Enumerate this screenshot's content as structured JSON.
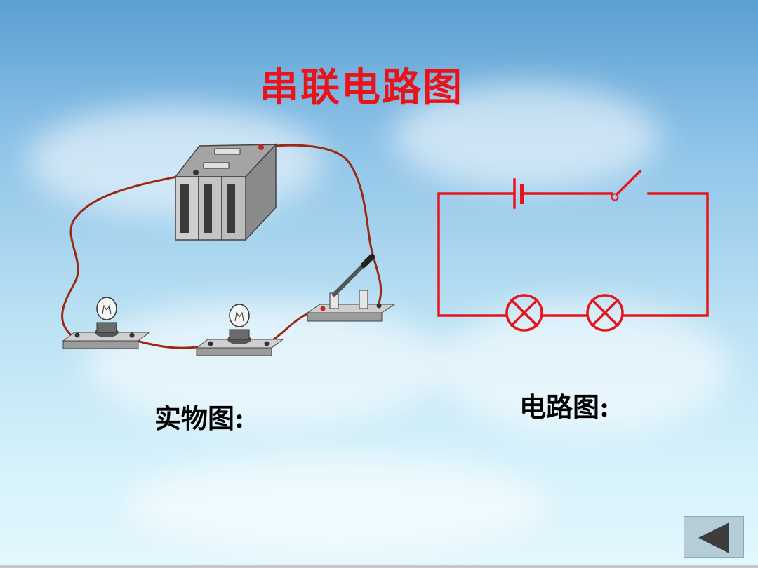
{
  "slide": {
    "title": "串联电路图",
    "caption_physical": "实物图:",
    "caption_circuit": "电路图:"
  },
  "colors": {
    "title": "#e8141b",
    "circuit_line": "#e8141b",
    "wire": "#9b2a12"
  },
  "icons": {
    "nav_back": "left-triangle-icon"
  }
}
